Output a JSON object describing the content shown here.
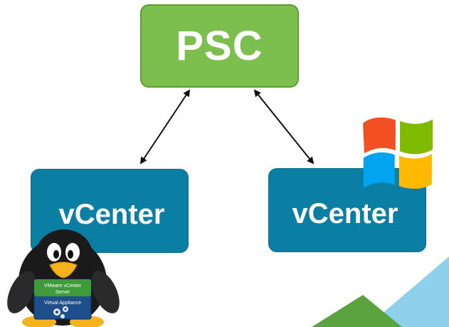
{
  "nodes": {
    "psc": {
      "label": "PSC"
    },
    "vcenter_left": {
      "label": "vCenter"
    },
    "vcenter_right": {
      "label": "vCenter"
    }
  },
  "appliance_badge": {
    "line1": "VMware vCenter",
    "line2": "Server",
    "line3": "Virtual Appliance"
  },
  "colors": {
    "psc_fill": "#7dbf4f",
    "vcenter_fill": "#0b7ea3",
    "arrow": "#111111",
    "corner_green": "#5aa33f",
    "corner_blue": "#78c6e3"
  },
  "icons": [
    "linux-penguin-icon",
    "windows-logo-icon",
    "double-arrow-icon"
  ]
}
